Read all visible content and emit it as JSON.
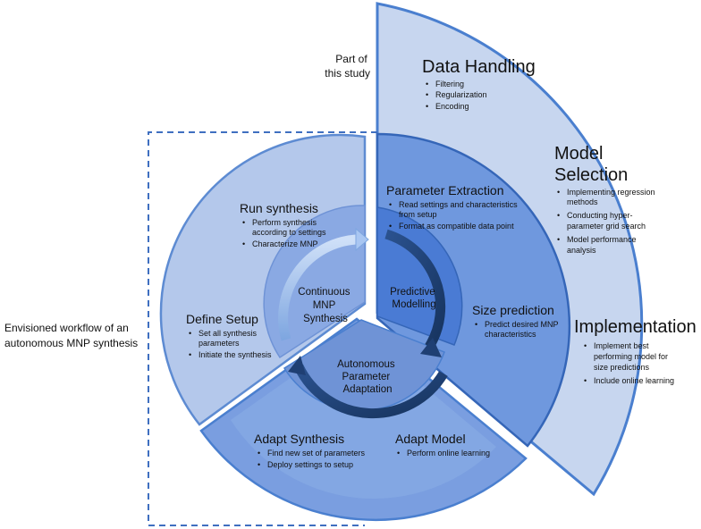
{
  "annotations": {
    "part_of_study": [
      "Part of",
      "this study"
    ],
    "envisioned": [
      "Envisioned workflow of an",
      "autonomous MNP synthesis"
    ]
  },
  "data_handling": {
    "title": "Data Handling",
    "items": [
      "Filtering",
      "Regularization",
      "Encoding"
    ]
  },
  "model_selection": {
    "title": [
      "Model",
      "Selection"
    ],
    "items": [
      [
        "Implementing regression",
        "methods"
      ],
      [
        "Conducting hyper-",
        "parameter grid search"
      ],
      [
        "Model performance",
        "analysis"
      ]
    ]
  },
  "implementation": {
    "title": "Implementation",
    "items": [
      [
        "Implement best",
        "performing model for",
        "size predictions"
      ],
      [
        "Include online learning"
      ]
    ]
  },
  "run_synthesis": {
    "title": "Run synthesis",
    "items": [
      [
        "Perform synthesis",
        "according to settings"
      ],
      [
        "Characterize MNP"
      ]
    ]
  },
  "define_setup": {
    "title": "Define Setup",
    "items": [
      [
        "Set all synthesis",
        "parameters"
      ],
      [
        "Initiate the synthesis"
      ]
    ]
  },
  "parameter_extraction": {
    "title": "Parameter Extraction",
    "items": [
      [
        "Read settings and characteristics",
        "from setup"
      ],
      [
        "Format as compatible data point"
      ]
    ]
  },
  "size_prediction": {
    "title": "Size prediction",
    "items": [
      [
        "Predict desired MNP",
        "characteristics"
      ]
    ]
  },
  "adapt_synthesis": {
    "title": "Adapt Synthesis",
    "items": [
      [
        "Find new set of parameters"
      ],
      [
        "Deploy settings to setup"
      ]
    ]
  },
  "adapt_model": {
    "title": "Adapt Model",
    "items": [
      [
        "Perform online learning"
      ]
    ]
  },
  "center": {
    "continuous": [
      "Continuous",
      "MNP",
      "Synthesis"
    ],
    "predictive": [
      "Predictive",
      "Modelling"
    ],
    "autonomous": [
      "Autonomous",
      "Parameter",
      "Adaptation"
    ]
  },
  "colors": {
    "outer_fill": "#c7d6ef",
    "outer_stroke": "#4a7fcf",
    "left_fill": "#b4c8eb",
    "right_fill": "#6f98de",
    "right_stroke": "#3566b8",
    "inner_left": "#8aa9e3",
    "inner_right": "#4a7bd4",
    "bottom_fill": "#7a9ee0",
    "arrow_dark": "#1f3f73",
    "arrow_light": "#a9c6f2"
  }
}
